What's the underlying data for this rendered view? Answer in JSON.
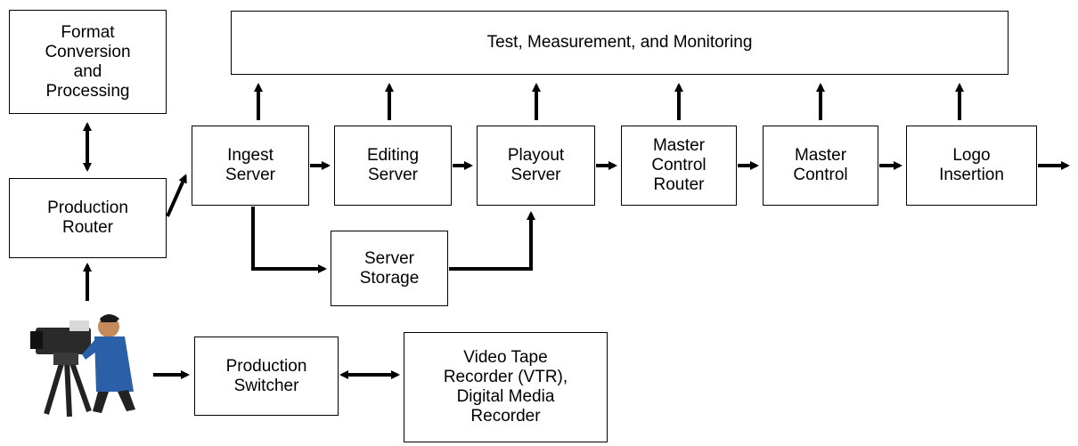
{
  "diagram": {
    "nodes": {
      "test": "Test, Measurement, and Monitoring",
      "format": "Format\nConversion\nand\nProcessing",
      "prod_router": "Production\nRouter",
      "ingest": "Ingest\nServer",
      "editing": "Editing\nServer",
      "playout": "Playout\nServer",
      "mcr": "Master\nControl\nRouter",
      "master": "Master\nControl",
      "logo": "Logo\nInsertion",
      "storage": "Server\nStorage",
      "switcher": "Production\nSwitcher",
      "vtr": "Video Tape\nRecorder (VTR),\nDigital Media\nRecorder"
    },
    "camera": "camera-operator-photo",
    "edges": [
      [
        "ingest",
        "test"
      ],
      [
        "editing",
        "test"
      ],
      [
        "playout",
        "test"
      ],
      [
        "mcr",
        "test"
      ],
      [
        "master",
        "test"
      ],
      [
        "logo",
        "test"
      ],
      [
        "format",
        "prod_router"
      ],
      [
        "prod_router",
        "format"
      ],
      [
        "prod_router",
        "ingest"
      ],
      [
        "ingest",
        "editing"
      ],
      [
        "editing",
        "playout"
      ],
      [
        "playout",
        "mcr"
      ],
      [
        "mcr",
        "master"
      ],
      [
        "master",
        "logo"
      ],
      [
        "logo",
        "output"
      ],
      [
        "ingest",
        "storage"
      ],
      [
        "storage",
        "playout"
      ],
      [
        "camera",
        "prod_router"
      ],
      [
        "camera",
        "switcher"
      ],
      [
        "switcher",
        "vtr"
      ],
      [
        "vtr",
        "switcher"
      ]
    ]
  }
}
